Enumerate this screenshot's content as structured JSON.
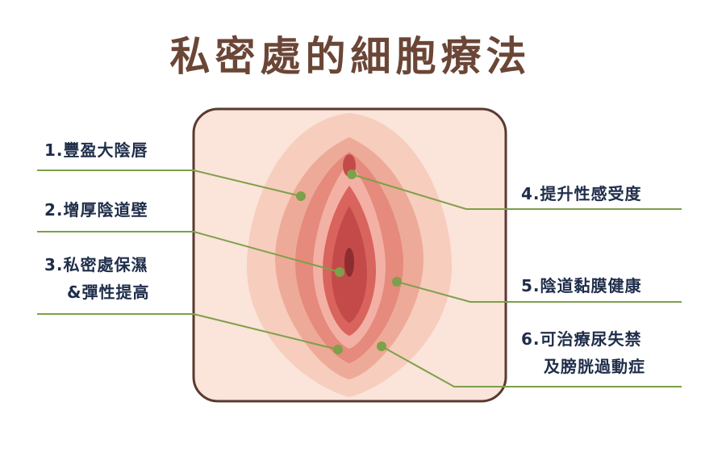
{
  "title": "私密處的細胞療法",
  "colors": {
    "title": "#6b4636",
    "label": "#1f2d4a",
    "leader": "#7da04a",
    "frame": "#5a3a30",
    "panel": "#fbe4da"
  },
  "labels": {
    "l1": "1.豐盈大陰唇",
    "l2": "2.增厚陰道壁",
    "l3_line1": "3.私密處保濕",
    "l3_line2": "&彈性提高",
    "l4": "4.提升性感受度",
    "l5": "5.陰道黏膜健康",
    "l6_line1": "6.可治療尿失禁",
    "l6_line2": "及膀胱過動症"
  }
}
